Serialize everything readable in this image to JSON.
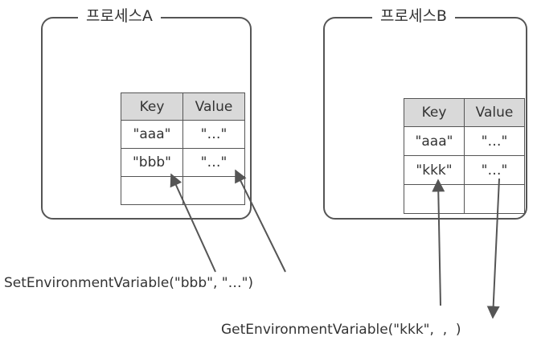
{
  "process_a": {
    "title": "프로세스A",
    "table": {
      "headers": [
        "Key",
        "Value"
      ],
      "rows": [
        [
          "\"aaa\"",
          "\"…\""
        ],
        [
          "\"bbb\"",
          "\"…\""
        ],
        [
          "",
          ""
        ]
      ]
    }
  },
  "process_b": {
    "title": "프로세스B",
    "table": {
      "headers": [
        "Key",
        "Value"
      ],
      "rows": [
        [
          "\"aaa\"",
          "\"…\""
        ],
        [
          "\"kkk\"",
          "\"…\""
        ],
        [
          "",
          ""
        ]
      ]
    }
  },
  "calls": {
    "set": "SetEnvironmentVariable(\"bbb\", \"…\")",
    "get": "GetEnvironmentVariable(\"kkk\",  ,  )"
  },
  "colors": {
    "line": "#555555",
    "header_fill": "#d9d9d9",
    "text": "#333333"
  }
}
